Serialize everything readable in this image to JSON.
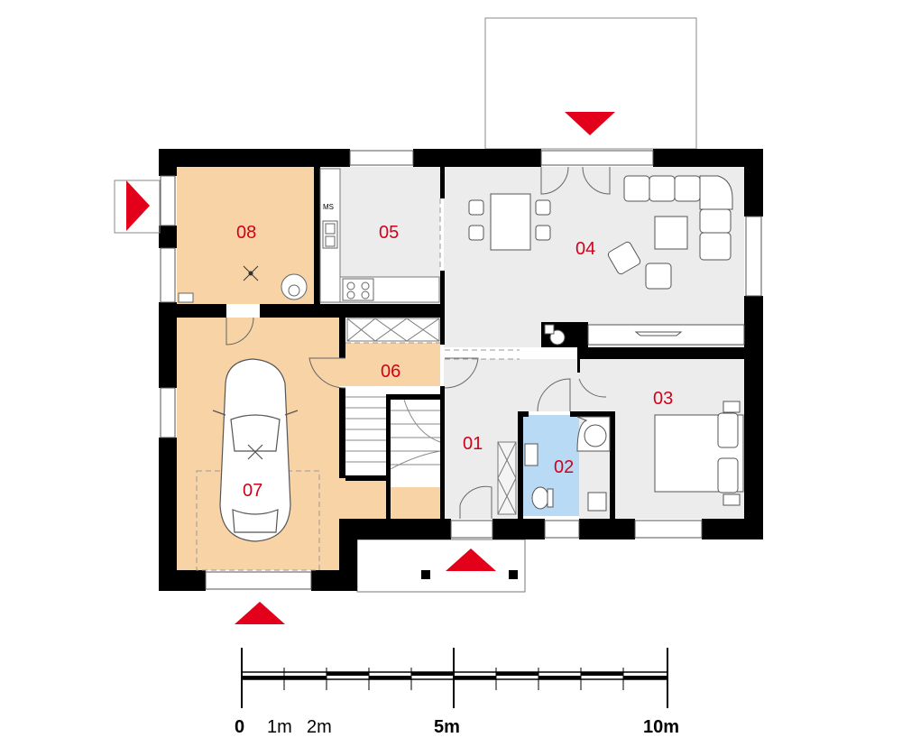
{
  "colors": {
    "wall": "#000000",
    "living_floor": "#ececec",
    "service_floor": "#f8d3a6",
    "bath_floor": "#b8daf5",
    "arrow": "#e3001b",
    "label": "#d0021b"
  },
  "rooms": [
    {
      "id": "01",
      "label": "01",
      "kind": "hall"
    },
    {
      "id": "02",
      "label": "02",
      "kind": "bathroom"
    },
    {
      "id": "03",
      "label": "03",
      "kind": "bedroom"
    },
    {
      "id": "04",
      "label": "04",
      "kind": "living-dining"
    },
    {
      "id": "05",
      "label": "05",
      "kind": "kitchen"
    },
    {
      "id": "06",
      "label": "06",
      "kind": "stair-hall"
    },
    {
      "id": "07",
      "label": "07",
      "kind": "garage"
    },
    {
      "id": "08",
      "label": "08",
      "kind": "boiler-room"
    }
  ],
  "kitchen_mark": "MS",
  "scale": {
    "labels": [
      "0",
      "1m",
      "2m",
      "5m",
      "10m"
    ],
    "bold_labels": [
      "0",
      "5m",
      "10m"
    ]
  },
  "icons": [
    "entrance-arrow-icon",
    "car-icon",
    "sofa-icon",
    "bed-icon",
    "toilet-icon",
    "stove-icon",
    "sink-icon",
    "boiler-icon"
  ]
}
